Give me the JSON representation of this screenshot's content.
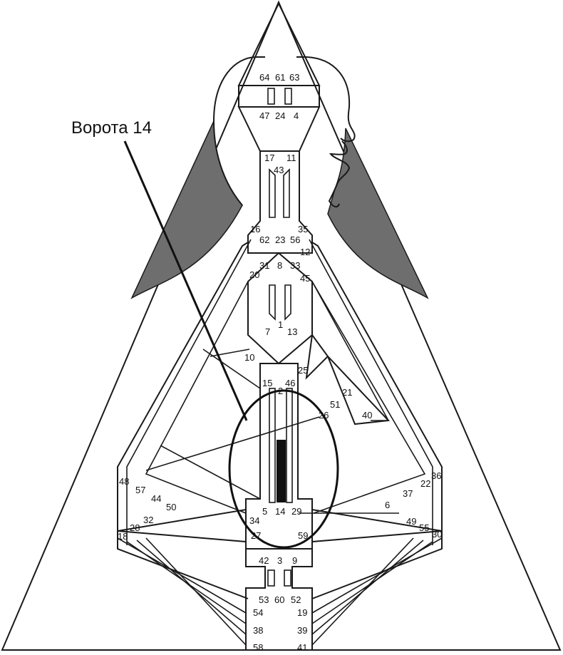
{
  "caption": "Ворота 14",
  "colors": {
    "shade": "#6e6e6e",
    "line": "#1a1a1a",
    "highlight": "#111111"
  },
  "gates": {
    "g64": "64",
    "g61": "61",
    "g63": "63",
    "g47": "47",
    "g24": "24",
    "g4": "4",
    "g17": "17",
    "g43": "43",
    "g11": "11",
    "g16": "16",
    "g62": "62",
    "g23": "23",
    "g56": "56",
    "g35": "35",
    "g12": "12",
    "g20": "20",
    "g31": "31",
    "g8": "8",
    "g33": "33",
    "g45": "45",
    "g7": "7",
    "g1": "1",
    "g13": "13",
    "g10": "10",
    "g25": "25",
    "g15": "15",
    "g2": "2",
    "g46": "46",
    "g21": "21",
    "g51": "51",
    "g26": "26",
    "g40": "40",
    "g48": "48",
    "g57": "57",
    "g44": "44",
    "g50": "50",
    "g36": "36",
    "g22": "22",
    "g37": "37",
    "g6": "6",
    "g34": "34",
    "g5": "5",
    "g14": "14",
    "g29": "29",
    "g32": "32",
    "g28": "28",
    "g18": "18",
    "g49": "49",
    "g55": "55",
    "g30": "30",
    "g27": "27",
    "g59": "59",
    "g42": "42",
    "g3": "3",
    "g9": "9",
    "g53": "53",
    "g60": "60",
    "g52": "52",
    "g54": "54",
    "g19": "19",
    "g38": "38",
    "g39": "39",
    "g58": "58",
    "g41": "41"
  }
}
